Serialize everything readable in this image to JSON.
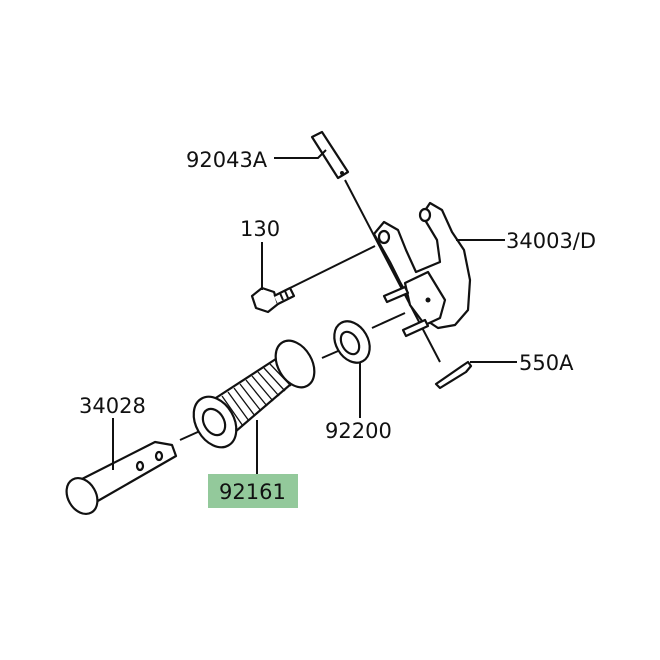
{
  "parts": [
    {
      "id": "92043A",
      "name": "pin"
    },
    {
      "id": "130",
      "name": "bolt"
    },
    {
      "id": "34003/D",
      "name": "bracket"
    },
    {
      "id": "550A",
      "name": "cotter-pin"
    },
    {
      "id": "92200",
      "name": "washer"
    },
    {
      "id": "34028",
      "name": "footpeg-pin"
    },
    {
      "id": "92161",
      "name": "rubber-grip",
      "highlighted": true
    }
  ],
  "highlight_color": "#93c99b"
}
